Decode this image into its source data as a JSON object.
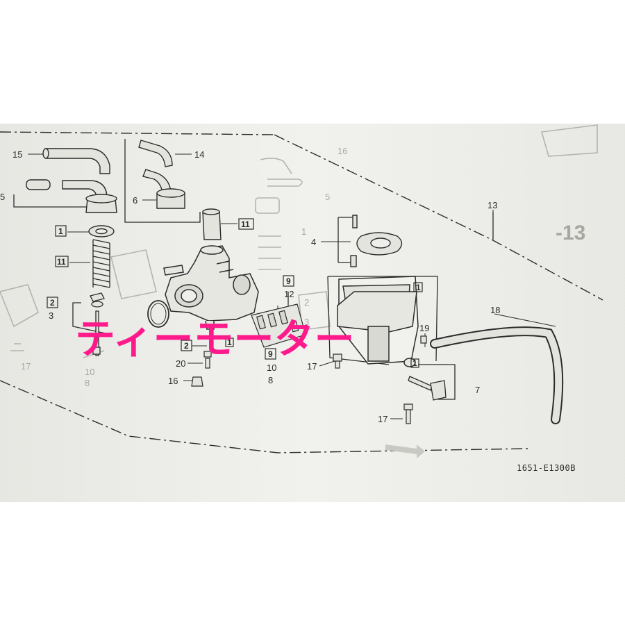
{
  "diagram": {
    "ref_code": "1651-E1300B",
    "watermark": "ティーモーター",
    "callouts": {
      "c15": "15",
      "c5": "5",
      "c14": "14",
      "c6": "6",
      "c3": "3",
      "c4": "4",
      "c12": "12",
      "c10": "10",
      "c8": "8",
      "c13": "13",
      "c18": "18",
      "c19": "19",
      "c7": "7",
      "c20": "20",
      "c16": "16",
      "c17a": "17",
      "c17b": "17"
    },
    "boxed": {
      "b1a": "1",
      "b11a": "11",
      "b2a": "2",
      "b11b": "11",
      "b2b": "2",
      "b9a": "9",
      "b9b": "9",
      "b1b": "1",
      "b1c": "1",
      "b1d": "1"
    },
    "background_labels": {
      "g16": "16",
      "g5": "5",
      "g1": "1",
      "g13": "-13",
      "g17": "17",
      "g10": "10",
      "g8": "8",
      "g2": "2",
      "g3": "3"
    },
    "colors": {
      "line": "#2b2b2b",
      "paper": "#eeeeea",
      "ghost": "#a7a7a2",
      "watermark": "#ff1a8c"
    }
  }
}
